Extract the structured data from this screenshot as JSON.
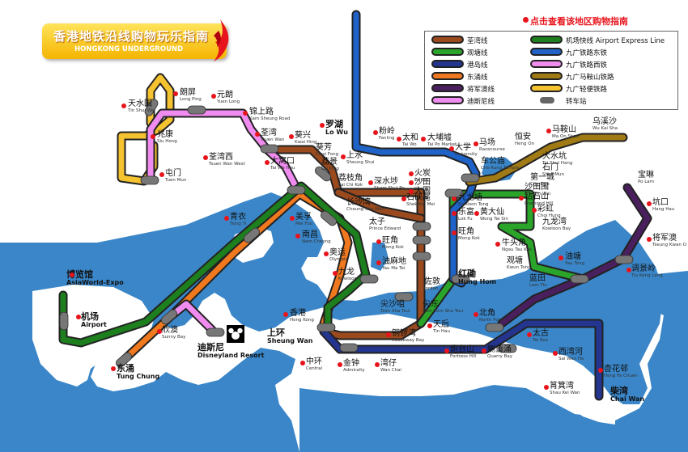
{
  "header": {
    "title_cn": "香港地铁沿线购物玩乐指南",
    "title_en": "HONGKONG UNDERGROUND",
    "hint": "点击查看该地区购物指南"
  },
  "legend": [
    {
      "label": "荃湾线",
      "color": "#9b4a1e"
    },
    {
      "label": "机场快线 Airport Express Line",
      "color": "#1e7f1e"
    },
    {
      "label": "观塘线",
      "color": "#2aa52a"
    },
    {
      "label": "九广铁路东铁",
      "color": "#1f63c8"
    },
    {
      "label": "港岛线",
      "color": "#23358f"
    },
    {
      "label": "九广铁路西铁",
      "color": "#f08cf0"
    },
    {
      "label": "东涌线",
      "color": "#f0781e"
    },
    {
      "label": "九广马鞍山铁路",
      "color": "#a07a14"
    },
    {
      "label": "将军澳线",
      "color": "#4a1f5e"
    },
    {
      "label": "九广轻便铁路",
      "color": "#f5c230"
    },
    {
      "label": "迪斯尼线",
      "color": "#f08cf0"
    },
    {
      "label": "转车站",
      "color": "#777777"
    }
  ],
  "colors": {
    "sea": "#3a86c8",
    "land": "#ffffff",
    "accent_red": "#e8141c"
  },
  "stations": [
    {
      "cn": "天水围",
      "en": "Tin Shui Wai"
    },
    {
      "cn": "朗屏",
      "en": "Long Ping"
    },
    {
      "cn": "元朗",
      "en": "Yuen Long"
    },
    {
      "cn": "锦上路",
      "en": "Kam Sheung Road"
    },
    {
      "cn": "兆康",
      "en": "Siu Hong"
    },
    {
      "cn": "屯门",
      "en": "Tuen Mun"
    },
    {
      "cn": "荃湾",
      "en": "Tsuen Wan"
    },
    {
      "cn": "葵兴",
      "en": "Kwai Hing"
    },
    {
      "cn": "葵芳",
      "en": "Kwai Fong"
    },
    {
      "cn": "荃湾西",
      "en": "Tsuen Wan  West"
    },
    {
      "cn": "大窝口",
      "en": "Tai Wo Hau"
    },
    {
      "cn": "荔景",
      "en": "Lai King"
    },
    {
      "cn": "罗湖",
      "en": "Lo Wu"
    },
    {
      "cn": "粉岭",
      "en": "Fanling"
    },
    {
      "cn": "太和",
      "en": "Tai Wo"
    },
    {
      "cn": "大埔墟",
      "en": "Tai Po Market"
    },
    {
      "cn": "上水",
      "en": "Sheung Shui"
    },
    {
      "cn": "大学",
      "en": "University"
    },
    {
      "cn": "马场",
      "en": "Racecourse"
    },
    {
      "cn": "恒安",
      "en": "Heng On"
    },
    {
      "cn": "马鞍山",
      "en": "Ma On Shan"
    },
    {
      "cn": "乌溪沙",
      "en": "Wu Kai Sha"
    },
    {
      "cn": "大水坑",
      "en": "Tai Shui Hang"
    },
    {
      "cn": "石门",
      "en": "Shek Mun"
    },
    {
      "cn": "第一城",
      "en": "City One"
    },
    {
      "cn": "沙田围",
      "en": "Sha Tin Wai"
    },
    {
      "cn": "车公庙",
      "en": "Che Kung Temple"
    },
    {
      "cn": "火炭",
      "en": "Fo Tan"
    },
    {
      "cn": "沙田",
      "en": "Shatin"
    },
    {
      "cn": "大围",
      "en": "Tai Wai"
    },
    {
      "cn": "荔枝角",
      "en": "Lai Chi Kok"
    },
    {
      "cn": "深水埗",
      "en": "Sham Shui Po"
    },
    {
      "cn": "长沙湾",
      "en": "Cheung Sha Wan"
    },
    {
      "cn": "石硖尾",
      "en": "Shek Kip Mei"
    },
    {
      "cn": "九龙塘",
      "en": "Kowloon Tong"
    },
    {
      "cn": "钻石山",
      "en": "Diamond Hill"
    },
    {
      "cn": "宝琳",
      "en": "Po Lam"
    },
    {
      "cn": "坑口",
      "en": "Hang Hau"
    },
    {
      "cn": "将军澳",
      "en": "Tseung Kwan O"
    },
    {
      "cn": "调景岭",
      "en": "Tiu Keng Leng"
    },
    {
      "cn": "乐富",
      "en": "Lok Fu"
    },
    {
      "cn": "黄大仙",
      "en": "Wong Tai Sin"
    },
    {
      "cn": "彩虹",
      "en": "Choi Hung"
    },
    {
      "cn": "九龙湾",
      "en": "Kowloon Bay"
    },
    {
      "cn": "青衣",
      "en": "Tsing Yi"
    },
    {
      "cn": "美孚",
      "en": "Mei Foo"
    },
    {
      "cn": "太子",
      "en": "Prince Edward"
    },
    {
      "cn": "旺角",
      "en": "Mong Kok"
    },
    {
      "cn": "旺角",
      "en": "Mong Kok"
    },
    {
      "cn": "南昌",
      "en": "Nam Cheong"
    },
    {
      "cn": "奥运",
      "en": "Olympic"
    },
    {
      "cn": "九龙",
      "en": "Kowloon"
    },
    {
      "cn": "油麻地",
      "en": "Yau Ma Tei"
    },
    {
      "cn": "佐敦",
      "en": "Jordan"
    },
    {
      "cn": "红磡",
      "en": "Hung Hom"
    },
    {
      "cn": "牛头角",
      "en": "Ngau Tau Kok"
    },
    {
      "cn": "观塘",
      "en": "Kwun Tong"
    },
    {
      "cn": "油塘",
      "en": "Yau Tong"
    },
    {
      "cn": "蓝田",
      "en": "Lam Tin"
    },
    {
      "cn": "博览馆",
      "en": "AsiaWorld-Expo"
    },
    {
      "cn": "机场",
      "en": "Airport"
    },
    {
      "cn": "欣澳",
      "en": "Sunny Bay"
    },
    {
      "cn": "迪斯尼",
      "en": "Disneyland Resort"
    },
    {
      "cn": "东涌",
      "en": "Tung Chung"
    },
    {
      "cn": "尖沙咀",
      "en": "Tsim Sha Tsui"
    },
    {
      "cn": "尖东",
      "en": "East Tsim Sha Tsui"
    },
    {
      "cn": "香港",
      "en": "Hong Kong"
    },
    {
      "cn": "上环",
      "en": "Sheung Wan"
    },
    {
      "cn": "中环",
      "en": "Central"
    },
    {
      "cn": "金钟",
      "en": "Admiralty"
    },
    {
      "cn": "湾仔",
      "en": "Wan Chai"
    },
    {
      "cn": "铜锣湾",
      "en": "Causeway Bay"
    },
    {
      "cn": "天后",
      "en": "Tin Hau"
    },
    {
      "cn": "北角",
      "en": "North Point"
    },
    {
      "cn": "炮台山",
      "en": "Fortress Hill"
    },
    {
      "cn": "鲗鱼涌",
      "en": "Quarry Bay"
    },
    {
      "cn": "太古",
      "en": "Tai Koo"
    },
    {
      "cn": "西湾河",
      "en": "Sai Wan Ho"
    },
    {
      "cn": "筲箕湾",
      "en": "Shau Kei Wan"
    },
    {
      "cn": "杏花邨",
      "en": "Heng Fa Chuen"
    },
    {
      "cn": "柴湾",
      "en": "Chai Wan"
    }
  ]
}
